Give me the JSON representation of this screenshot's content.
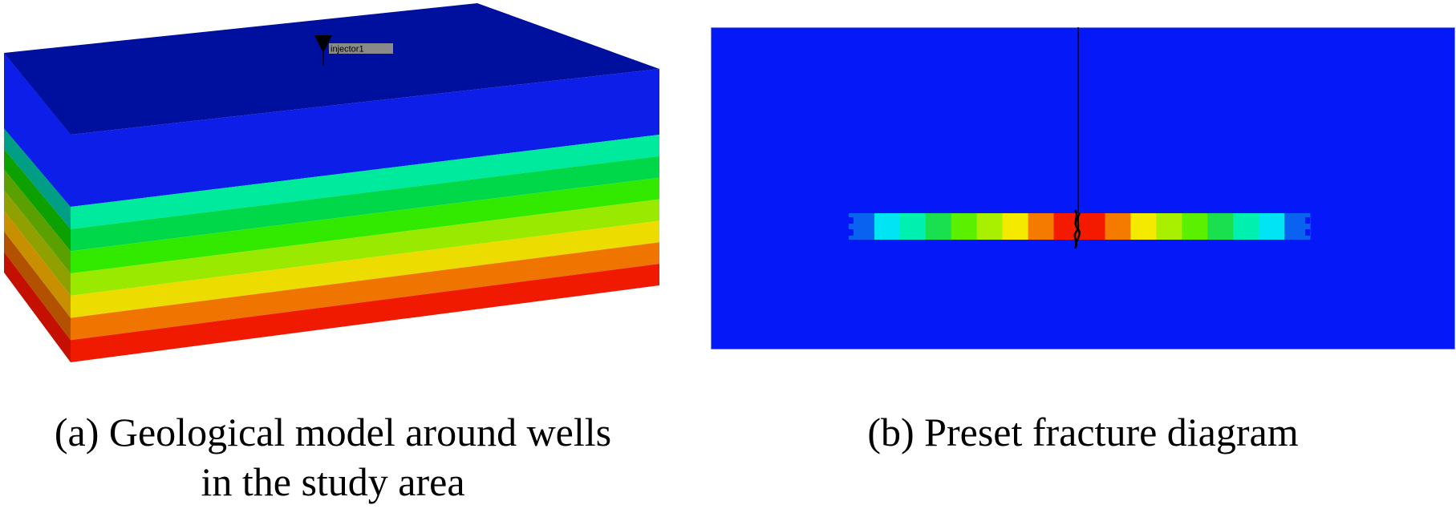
{
  "panel_a": {
    "well_label": "injector1",
    "caption_line1": "(a) Geological model around wells",
    "caption_line2": "in the study area",
    "layer_colors": [
      "#00ea9e",
      "#00d84a",
      "#31ea00",
      "#99ea00",
      "#ecdc00",
      "#ef7400",
      "#ef1a00"
    ],
    "side_colors": [
      "#009e84",
      "#0ca000",
      "#5aa000",
      "#90a000",
      "#c89000",
      "#b25200",
      "#c41000"
    ],
    "top_color": "#00109e",
    "front_top_color": "#0c1ee8"
  },
  "panel_b": {
    "caption": "(b) Preset fracture diagram",
    "background_color": "#0418f8",
    "fracture_cells": [
      "#0a62f0",
      "#00e4f4",
      "#00f0b0",
      "#1ae050",
      "#5af000",
      "#a8f000",
      "#f4ea00",
      "#f47a00",
      "#f41a00",
      "#f41a00",
      "#f47a00",
      "#f4ea00",
      "#a8f000",
      "#5af000",
      "#1ae050",
      "#00f0b0",
      "#00e4f4",
      "#0a62f0"
    ]
  }
}
